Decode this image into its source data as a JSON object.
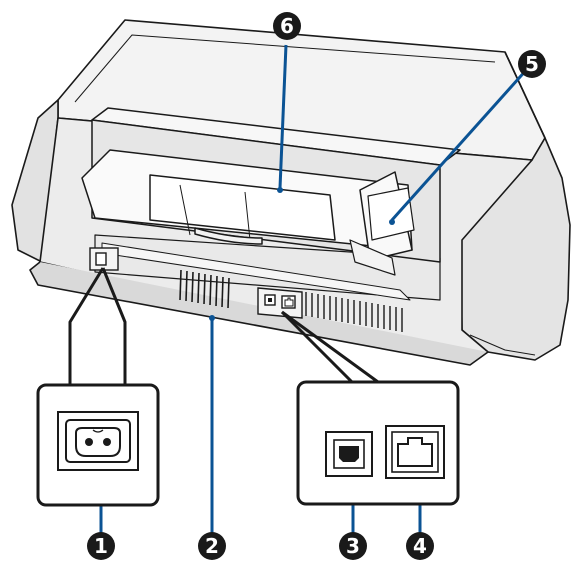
{
  "figure": {
    "subject": "printer-rear-view",
    "callout_color": "#0b5394",
    "badge_color": "#1a1a1a",
    "outline_color": "#1a1a1a",
    "body_fill": "#eeeeee",
    "shadow_fill": "#cfcfcf"
  },
  "callouts": [
    {
      "id": "1",
      "label": "1"
    },
    {
      "id": "2",
      "label": "2"
    },
    {
      "id": "3",
      "label": "3"
    },
    {
      "id": "4",
      "label": "4"
    },
    {
      "id": "5",
      "label": "5"
    },
    {
      "id": "6",
      "label": "6"
    }
  ],
  "icons": {
    "ac_inlet": "ac-inlet-icon",
    "usb_port": "usb-port-icon",
    "lan_port": "lan-port-icon",
    "vent": "vent-icon"
  }
}
